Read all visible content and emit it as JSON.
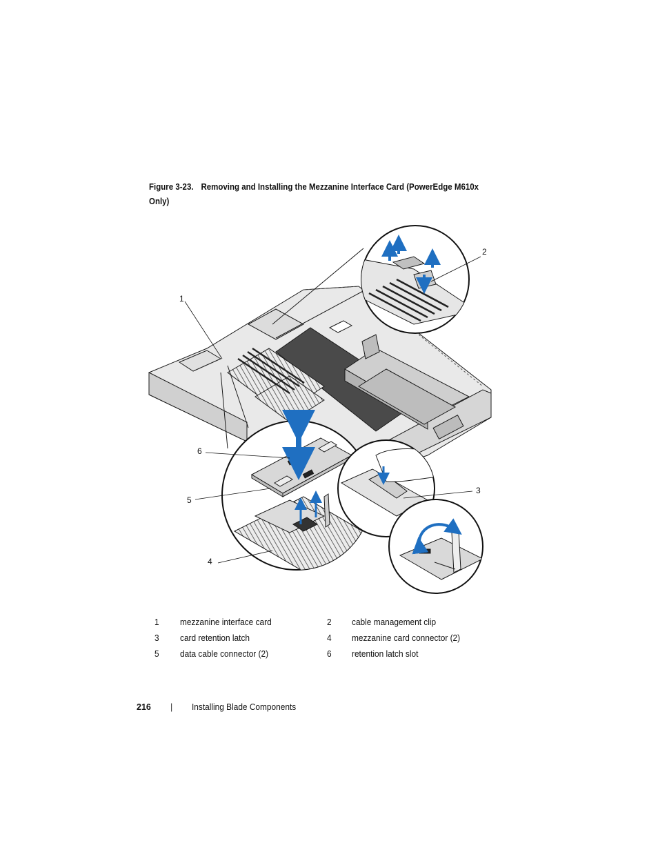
{
  "caption": {
    "number": "Figure 3-23.",
    "title": "Removing and Installing the Mezzanine Interface Card (PowerEdge M610x Only)"
  },
  "callouts": [
    "1",
    "2",
    "3",
    "4",
    "5",
    "6"
  ],
  "legend": [
    {
      "n1": "1",
      "t1": "mezzanine interface card",
      "n2": "2",
      "t2": "cable management clip"
    },
    {
      "n1": "3",
      "t1": "card retention latch",
      "n2": "4",
      "t2": "mezzanine card connector (2)"
    },
    {
      "n1": "5",
      "t1": "data cable connector (2)",
      "n2": "6",
      "t2": "retention latch slot"
    }
  ],
  "footer": {
    "page_number": "216",
    "separator": "|",
    "section": "Installing Blade Components"
  },
  "colors": {
    "arrow_blue": "#1f6fc1",
    "line": "#1a1a1a",
    "board": "#4a4a4a",
    "panel": "#d9d9d9"
  }
}
